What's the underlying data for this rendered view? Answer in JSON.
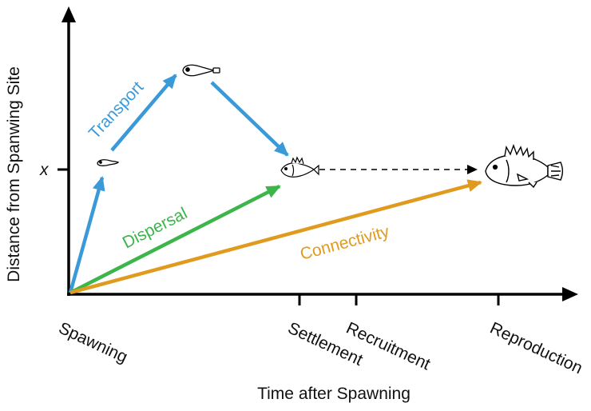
{
  "axes": {
    "y_title": "Distance from Spanwing Site",
    "x_title": "Time after Spawning",
    "y_tick": "x",
    "x_ticks": [
      "Spawning",
      "Settlement",
      "Recruitment",
      "Reproduction"
    ]
  },
  "arrows": {
    "transport": {
      "label": "Transport",
      "color": "#3a9ad9"
    },
    "dispersal": {
      "label": "Dispersal",
      "color": "#3cb54a"
    },
    "connectivity": {
      "label": "Connectivity",
      "color": "#e09a1e"
    }
  },
  "icons": [
    "fish-egg-icon",
    "fish-larva-icon",
    "juvenile-fish-icon",
    "adult-fish-icon"
  ]
}
